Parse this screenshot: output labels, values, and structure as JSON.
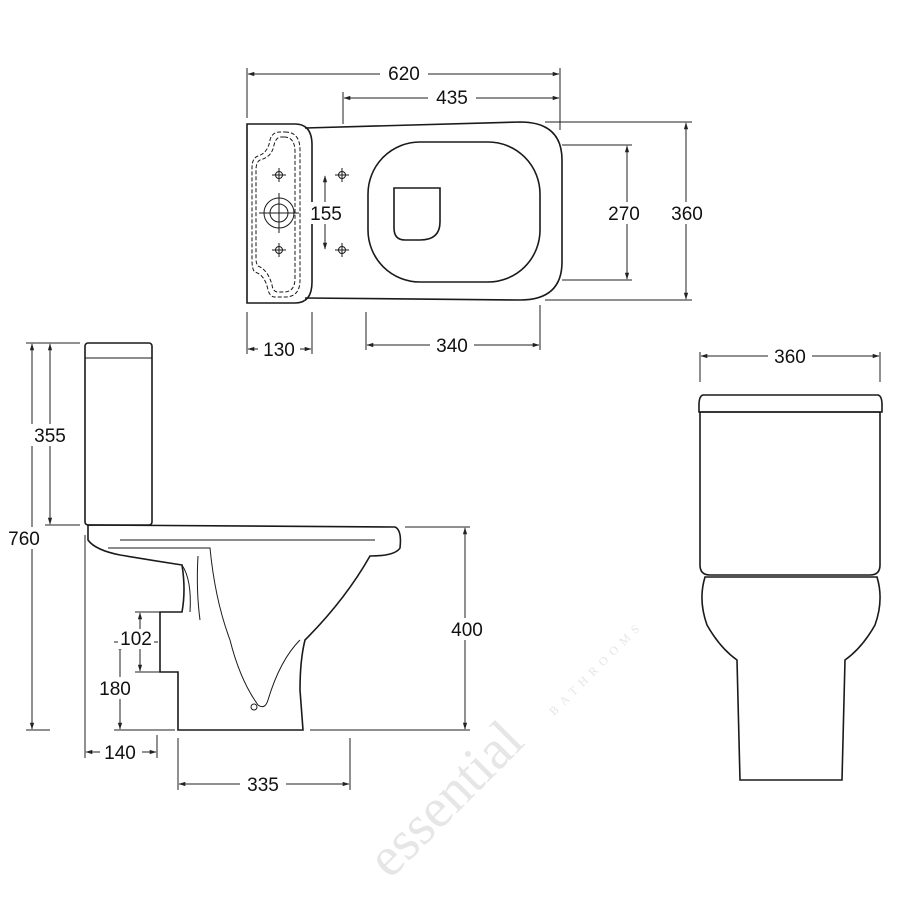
{
  "watermark": {
    "brand": "essential",
    "tagline": "BATHROOMS"
  },
  "top_view": {
    "overall_length": "620",
    "bowl_length": "435",
    "overall_width": "360",
    "seat_width": "270",
    "fixing_spacing": "155",
    "cistern_depth": "130",
    "seat_length": "340"
  },
  "side_view": {
    "overall_height": "760",
    "cistern_height": "355",
    "seat_height": "400",
    "outlet_height": "180",
    "outlet_diameter": "102",
    "outlet_setback": "140",
    "pedestal_depth": "335"
  },
  "front_view": {
    "width": "360"
  }
}
